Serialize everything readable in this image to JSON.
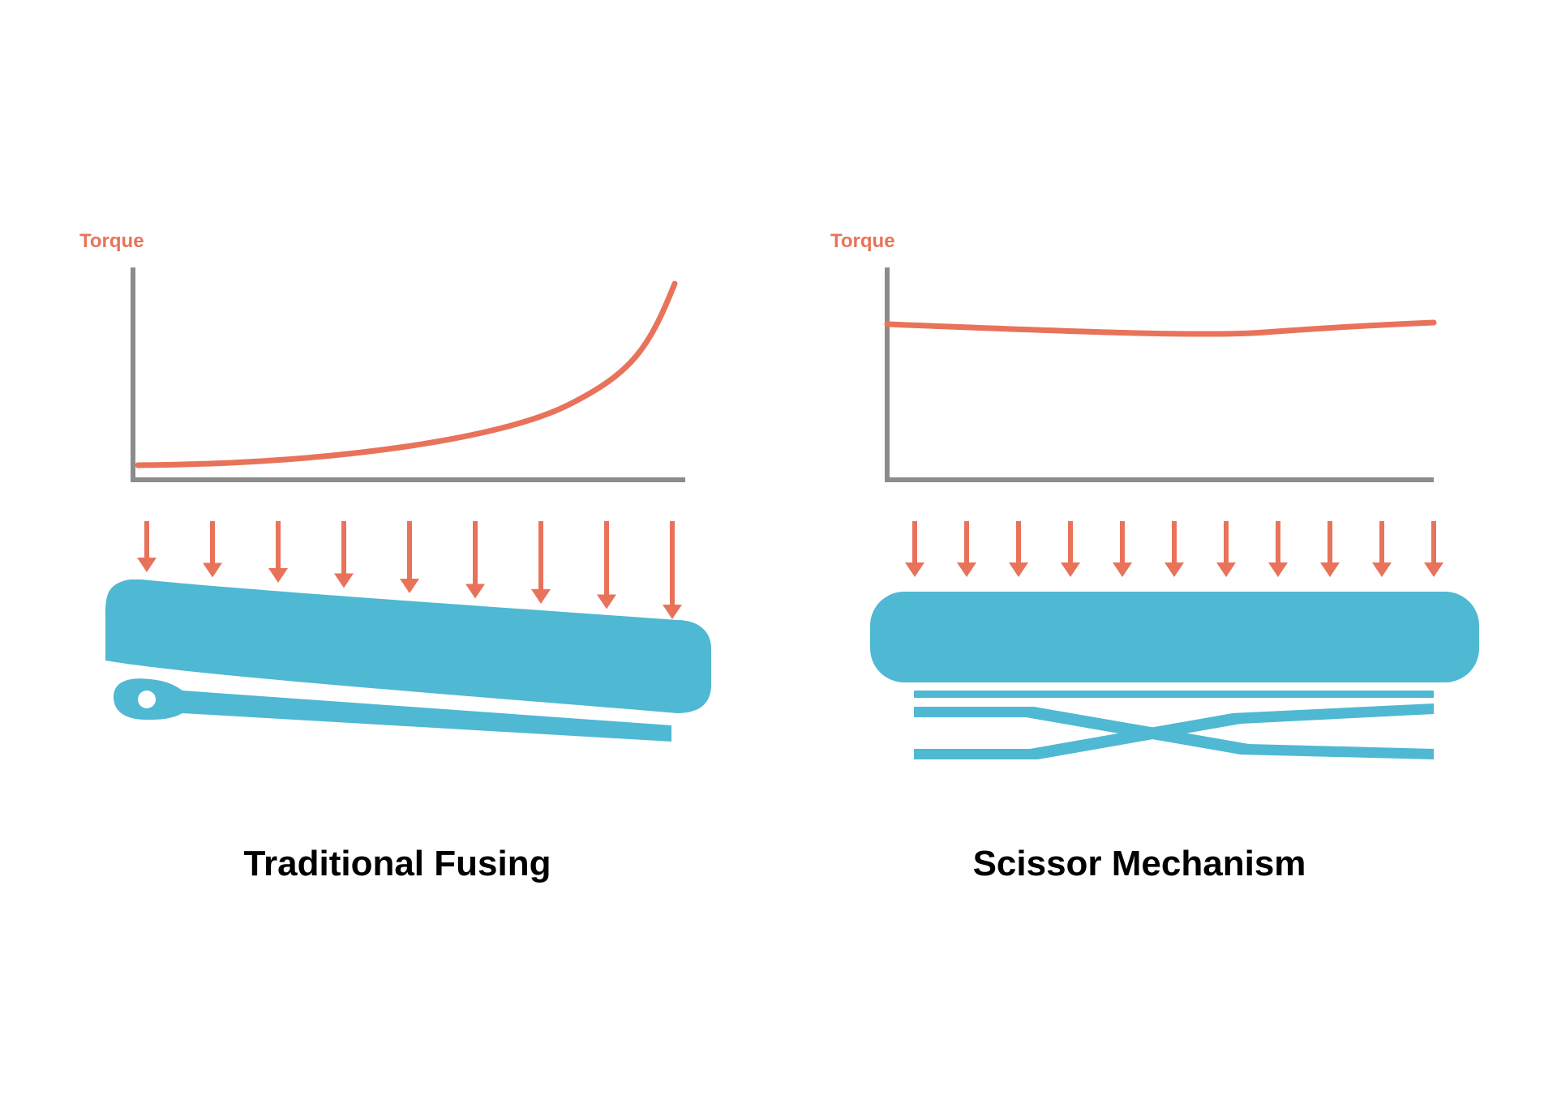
{
  "colors": {
    "accent": "#e8735a",
    "panel_blue": "#4fb8d3",
    "axis_gray": "#8c8c8c",
    "caption_text": "#000000",
    "background": "#ffffff"
  },
  "panels": [
    {
      "id": "traditional",
      "torque_label": "Torque",
      "caption": "Traditional Fusing",
      "curve_shape": "exponential-rising",
      "arrow_count": 9,
      "mechanism": "hinged-single-pivot"
    },
    {
      "id": "parallel",
      "torque_label": "Torque",
      "caption": "Scissor Mechanism",
      "curve_shape": "flat",
      "arrow_count": 11,
      "mechanism": "scissor-crossed-links"
    }
  ]
}
